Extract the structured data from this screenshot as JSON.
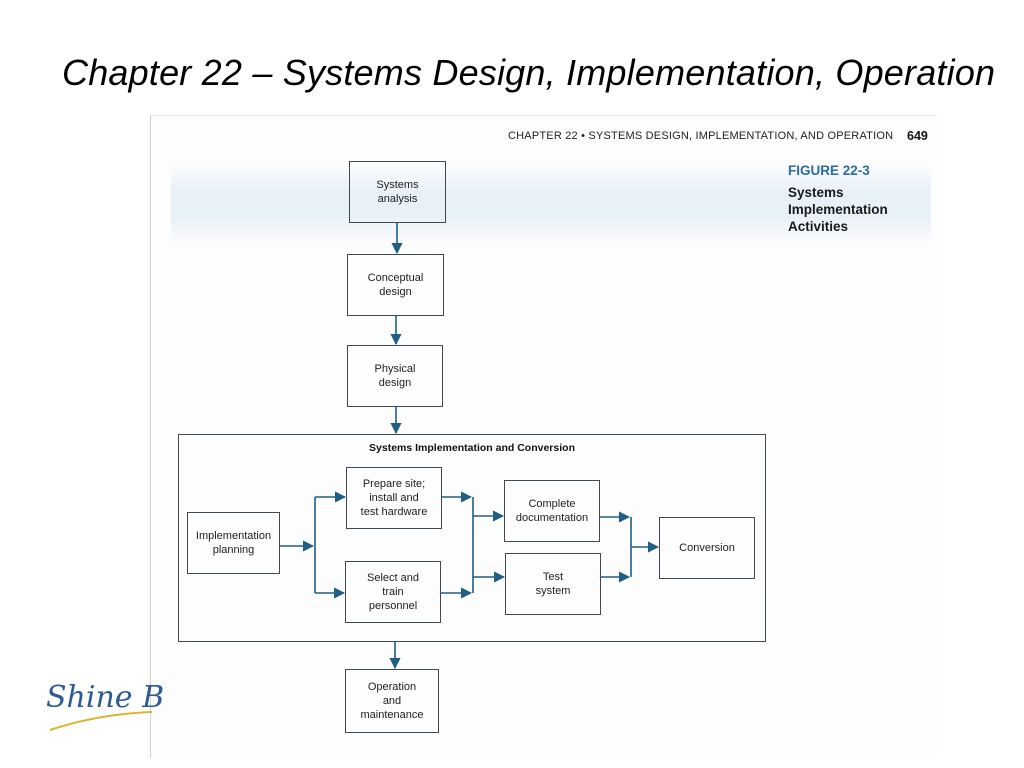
{
  "slide": {
    "title": "Chapter 22 – Systems Design, Implementation, Operation",
    "logo_text": "Shine B"
  },
  "page": {
    "running_head": "CHAPTER 22 • SYSTEMS DESIGN, IMPLEMENTATION, AND OPERATION",
    "page_number": "649",
    "figure_number": "FIGURE 22-3",
    "figure_caption": [
      "Systems",
      "Implementation",
      "Activities"
    ]
  },
  "diagram": {
    "container_label": "Systems Implementation and Conversion",
    "boxes": {
      "systems_analysis": "Systems\nanalysis",
      "conceptual_design": "Conceptual\ndesign",
      "physical_design": "Physical\ndesign",
      "implementation_planning": "Implementation\nplanning",
      "prepare_site": "Prepare site;\ninstall and\ntest hardware",
      "select_train": "Select and\ntrain\npersonnel",
      "complete_documentation": "Complete\ndocumentation",
      "test_system": "Test\nsystem",
      "conversion": "Conversion",
      "operation_maintenance": "Operation\nand\nmaintenance"
    }
  },
  "colors": {
    "arrow": "#1f5f86",
    "box_border": "#3d4a55",
    "figure_accent": "#2b6aa3",
    "logo": "#2d5b96",
    "logo_swoosh": "#d9b531"
  }
}
